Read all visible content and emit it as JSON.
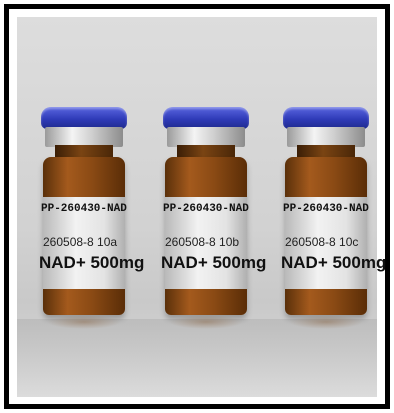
{
  "vials": [
    {
      "line1": "PP-260430-NAD",
      "line2": "260508-8 10a",
      "line3": "NAD+ 500mg"
    },
    {
      "line1": "PP-260430-NAD",
      "line2": "260508-8 10b",
      "line3": "NAD+ 500mg"
    },
    {
      "line1": "PP-260430-NAD",
      "line2": "260508-8 10c",
      "line3": "NAD+ 500mg"
    }
  ],
  "colors": {
    "cap": "#2f3bb8",
    "glass": "#8a4a14",
    "label": "#e6e6e6",
    "background": "#d6d6d6",
    "frame": "#000000"
  }
}
